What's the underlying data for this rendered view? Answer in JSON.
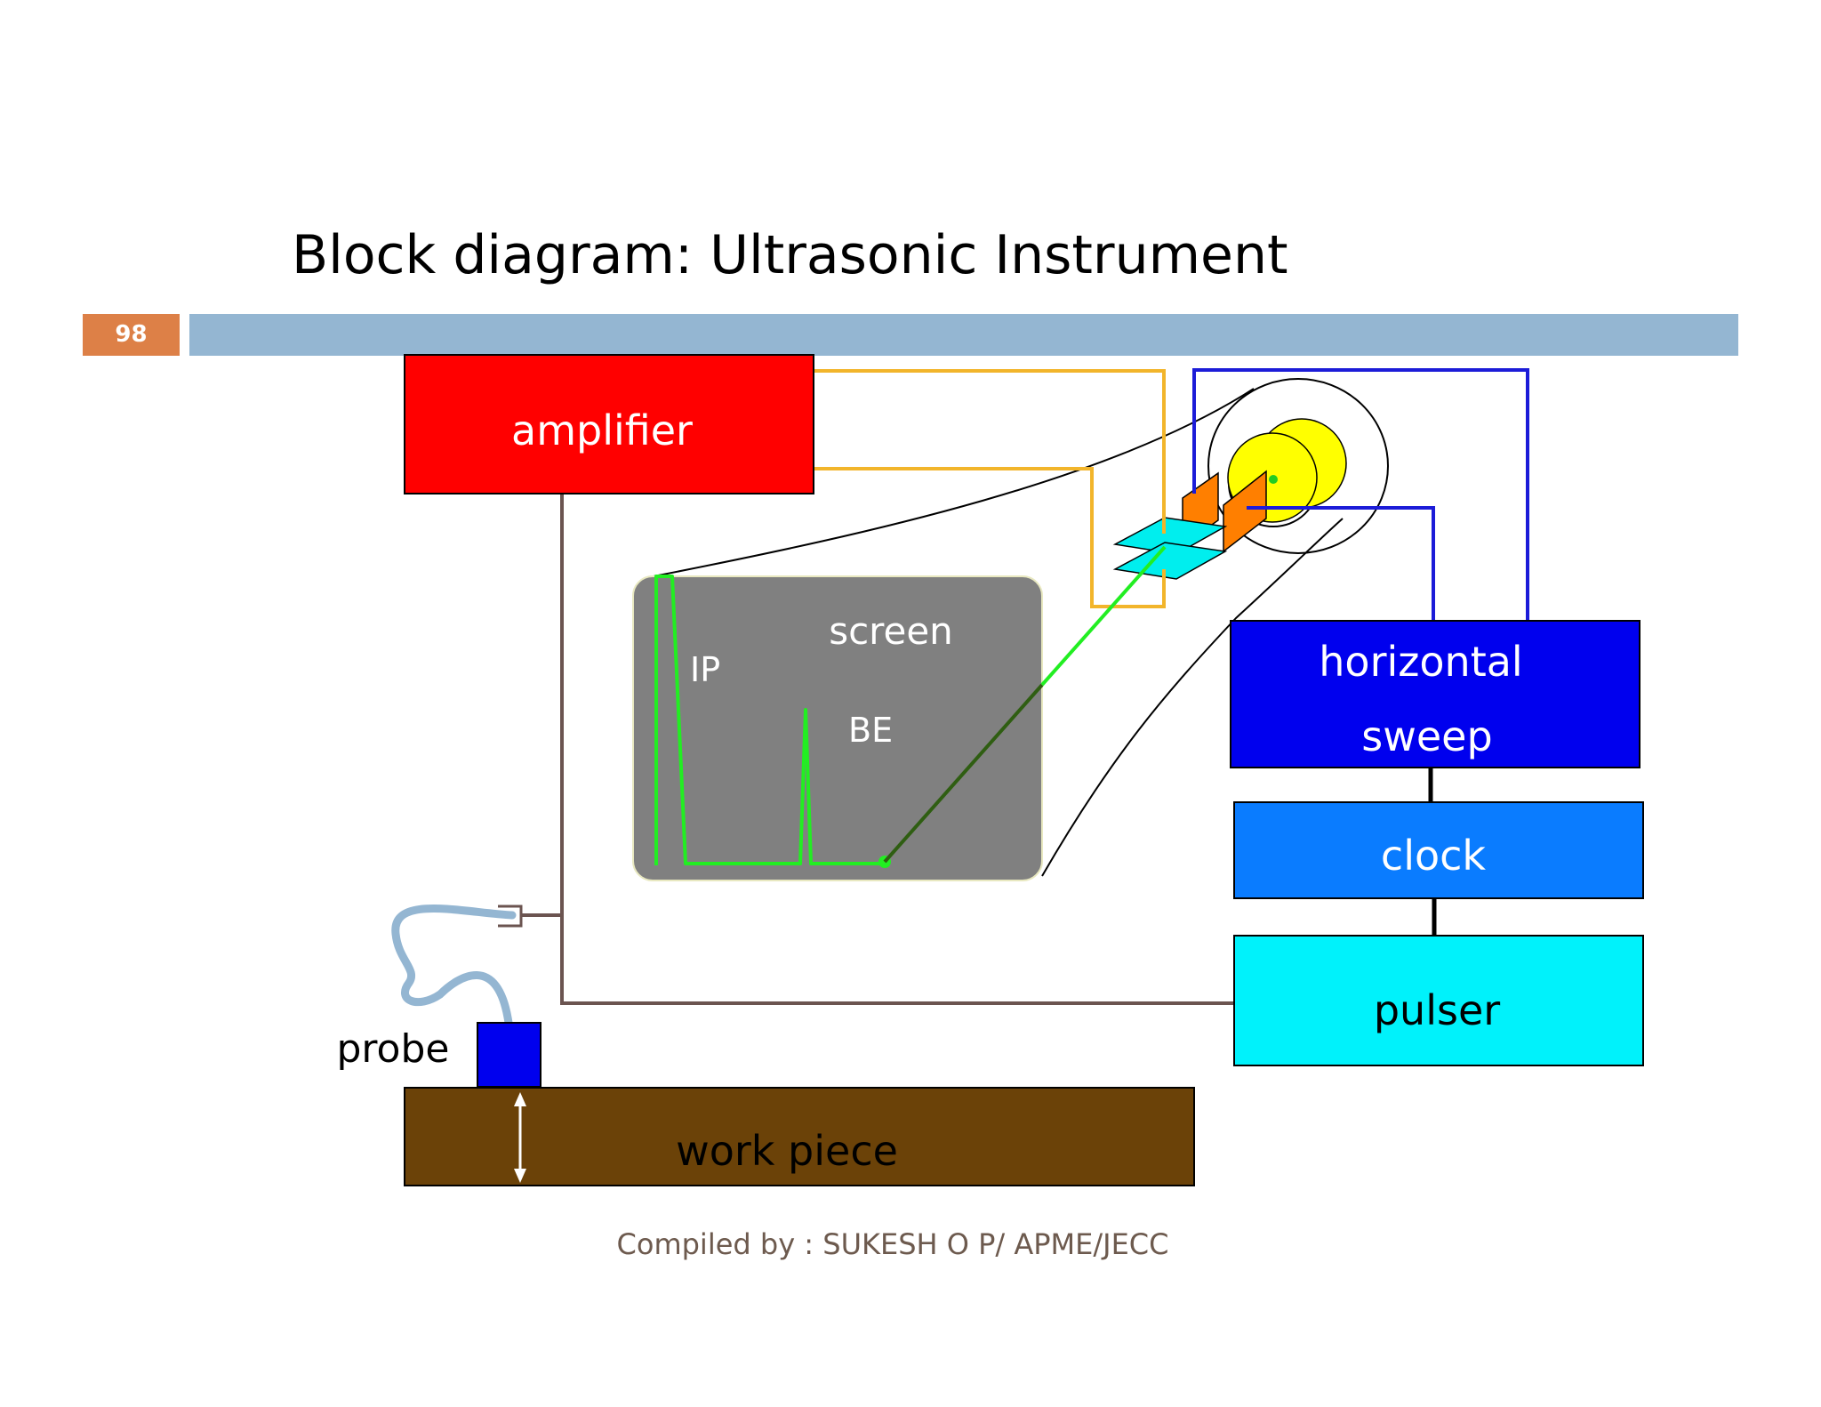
{
  "slide": {
    "title": "Block diagram: Ultrasonic Instrument",
    "number": "98",
    "footer": "Compiled by : SUKESH O P/ APME/JECC"
  },
  "blocks": {
    "amplifier": "amplifier",
    "horizontal": "horizontal",
    "sweep": "sweep",
    "clock": "clock",
    "pulser": "pulser",
    "work_piece": "work piece",
    "probe": "probe"
  },
  "screen": {
    "label": "screen",
    "ip_label": "IP",
    "be_label": "BE"
  },
  "colors": {
    "amplifier": "#ff0000",
    "horizontal_sweep": "#0000ee",
    "clock": "#0a7cff",
    "pulser": "#00f2fb",
    "work_piece": "#6b4208",
    "probe": "#0000ee",
    "screen_bg": "#808080",
    "trace": "#22ee22",
    "amp_wires": "#f2b52b",
    "sweep_wires": "#1c1cd8",
    "signal_wires": "#6b5450",
    "slide_number_bg": "#dd8047",
    "title_rule": "#94b6d2"
  }
}
